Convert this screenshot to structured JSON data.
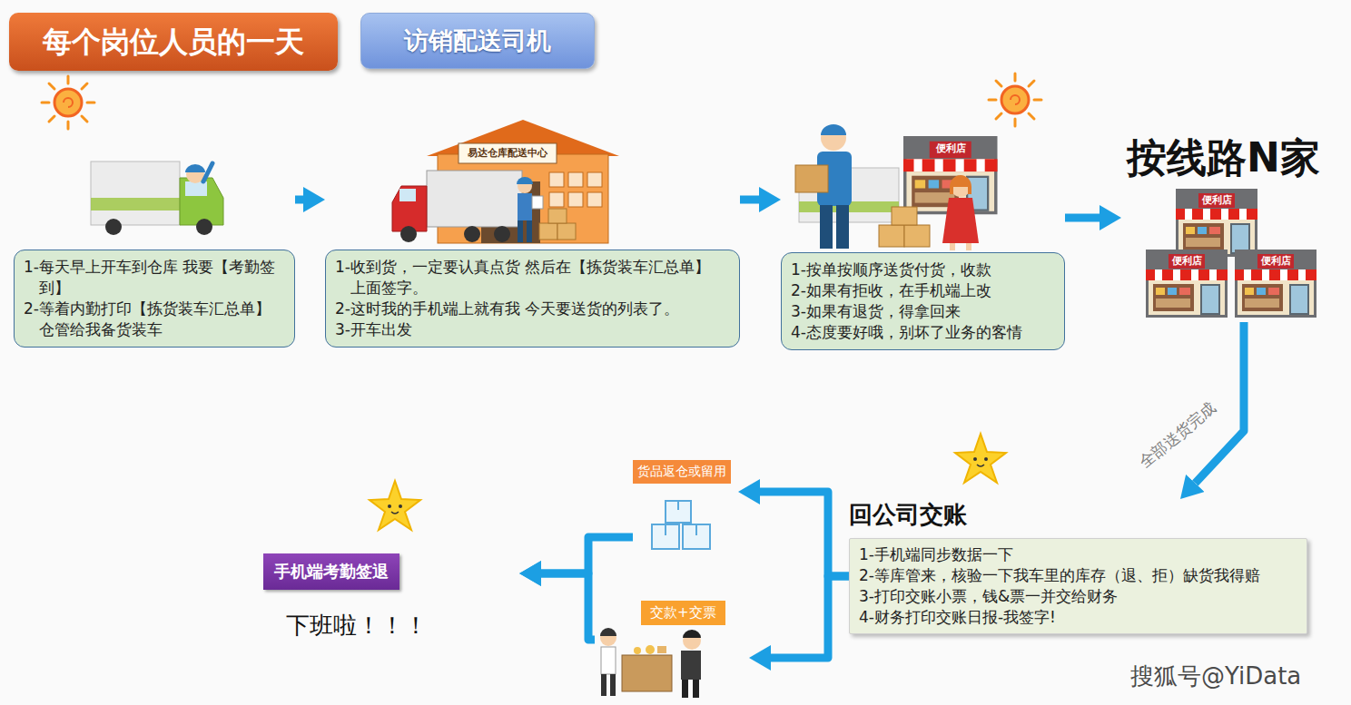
{
  "diagram": {
    "title": "每个岗位人员的一天",
    "nodes": [
      {
        "text": [
          "访销配送司机"
        ]
      },
      {
        "text": [
          "1-每天早上开车到仓库 我要【考勤签到】",
          "2-等着内勤打印【拣货装车汇总单】 仓管给我备货装车"
        ]
      },
      {
        "text": [
          "1-收到货，一定要认真点货 然后在【拣货装车汇总单】 上面签字。",
          "2-这时我的手机端上就有我 今天要送货的列表了。",
          "3-开车出发"
        ]
      },
      {
        "text": [
          "1-按单按顺序送货付货，收款",
          "2-如果有拒收，在手机端上改",
          "3-如果有退货，得拿回来",
          "4-态度要好哦，别坏了业务的客情"
        ]
      },
      {
        "text": [
          "按线路N家"
        ]
      },
      {
        "text": [
          "回公司交账",
          "1-手机端同步数据一下",
          "2-等库管来，核验一下我车里的库存（退、拒）缺货我得赔",
          "3-打印交账小票，钱&票一并交给财务",
          "4-财务打印交账日报-我签字!"
        ]
      },
      {
        "text": [
          "货品返仓或留用"
        ]
      },
      {
        "text": [
          "交款+交票"
        ]
      },
      {
        "text": [
          "手机端考勤签退"
        ]
      }
    ],
    "edges": [
      {
        "from": 1,
        "to": 2,
        "arrow": "to"
      },
      {
        "from": 2,
        "to": 3,
        "arrow": "to"
      },
      {
        "from": 3,
        "to": 4,
        "arrow": "to"
      },
      {
        "from": 4,
        "to": 5,
        "label": "全部送货完成",
        "arrow": "to"
      },
      {
        "from": 5,
        "to": 6,
        "arrow": "to"
      },
      {
        "from": 5,
        "to": 7,
        "arrow": "to"
      },
      {
        "from": 6,
        "to": 8,
        "arrow": "to"
      },
      {
        "from": 7,
        "to": 8,
        "arrow": "to"
      }
    ],
    "labels": [
      "易达仓库配送中心",
      "便利店",
      "便利店",
      "便利店",
      "便利店",
      "下班啦！！！",
      "搜狐号@YiData"
    ]
  }
}
